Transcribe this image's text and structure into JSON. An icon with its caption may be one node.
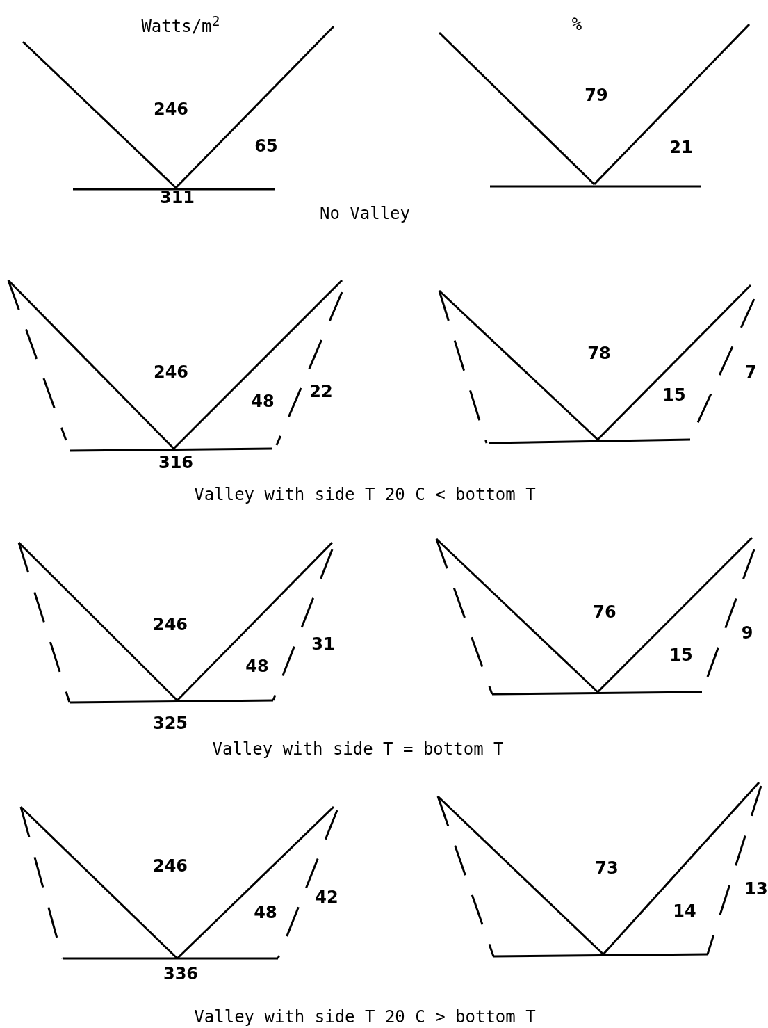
{
  "diagram": {
    "labels": [
      "Watts/m$^{2}$",
      "%",
      "246",
      "79",
      "65",
      "21",
      "311",
      "No Valley",
      "246",
      "78",
      "48",
      "22",
      "15",
      "7",
      "316",
      "Valley with side T 20 C < bottom T",
      "246",
      "76",
      "31",
      "48",
      "15",
      "9",
      "325",
      "Valley with side T = bottom T",
      "246",
      "73",
      "42",
      "48",
      "14",
      "13",
      "336",
      "Valley with side T 20 C > bottom T"
    ]
  }
}
